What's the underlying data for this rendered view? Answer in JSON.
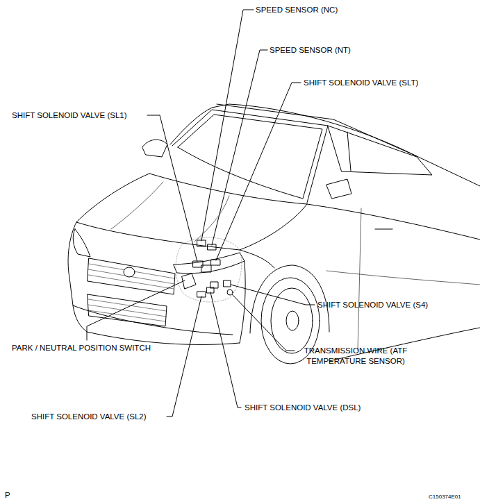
{
  "diagram": {
    "labels": [
      "SPEED SENSOR (NC)",
      "SPEED SENSOR (NT)",
      "SHIFT SOLENOID VALVE (SLT)",
      "SHIFT SOLENOID VALVE (SL1)",
      "SHIFT SOLENOID VALVE (S4)",
      "PARK / NEUTRAL POSITION SWITCH",
      "TRANSMISSION WIRE (ATF TEMPERATURE SENSOR)",
      "SHIFT SOLENOID VALVE (SL2)",
      "SHIFT SOLENOID VALVE (DSL)",
      "P",
      "C150374E01"
    ]
  }
}
